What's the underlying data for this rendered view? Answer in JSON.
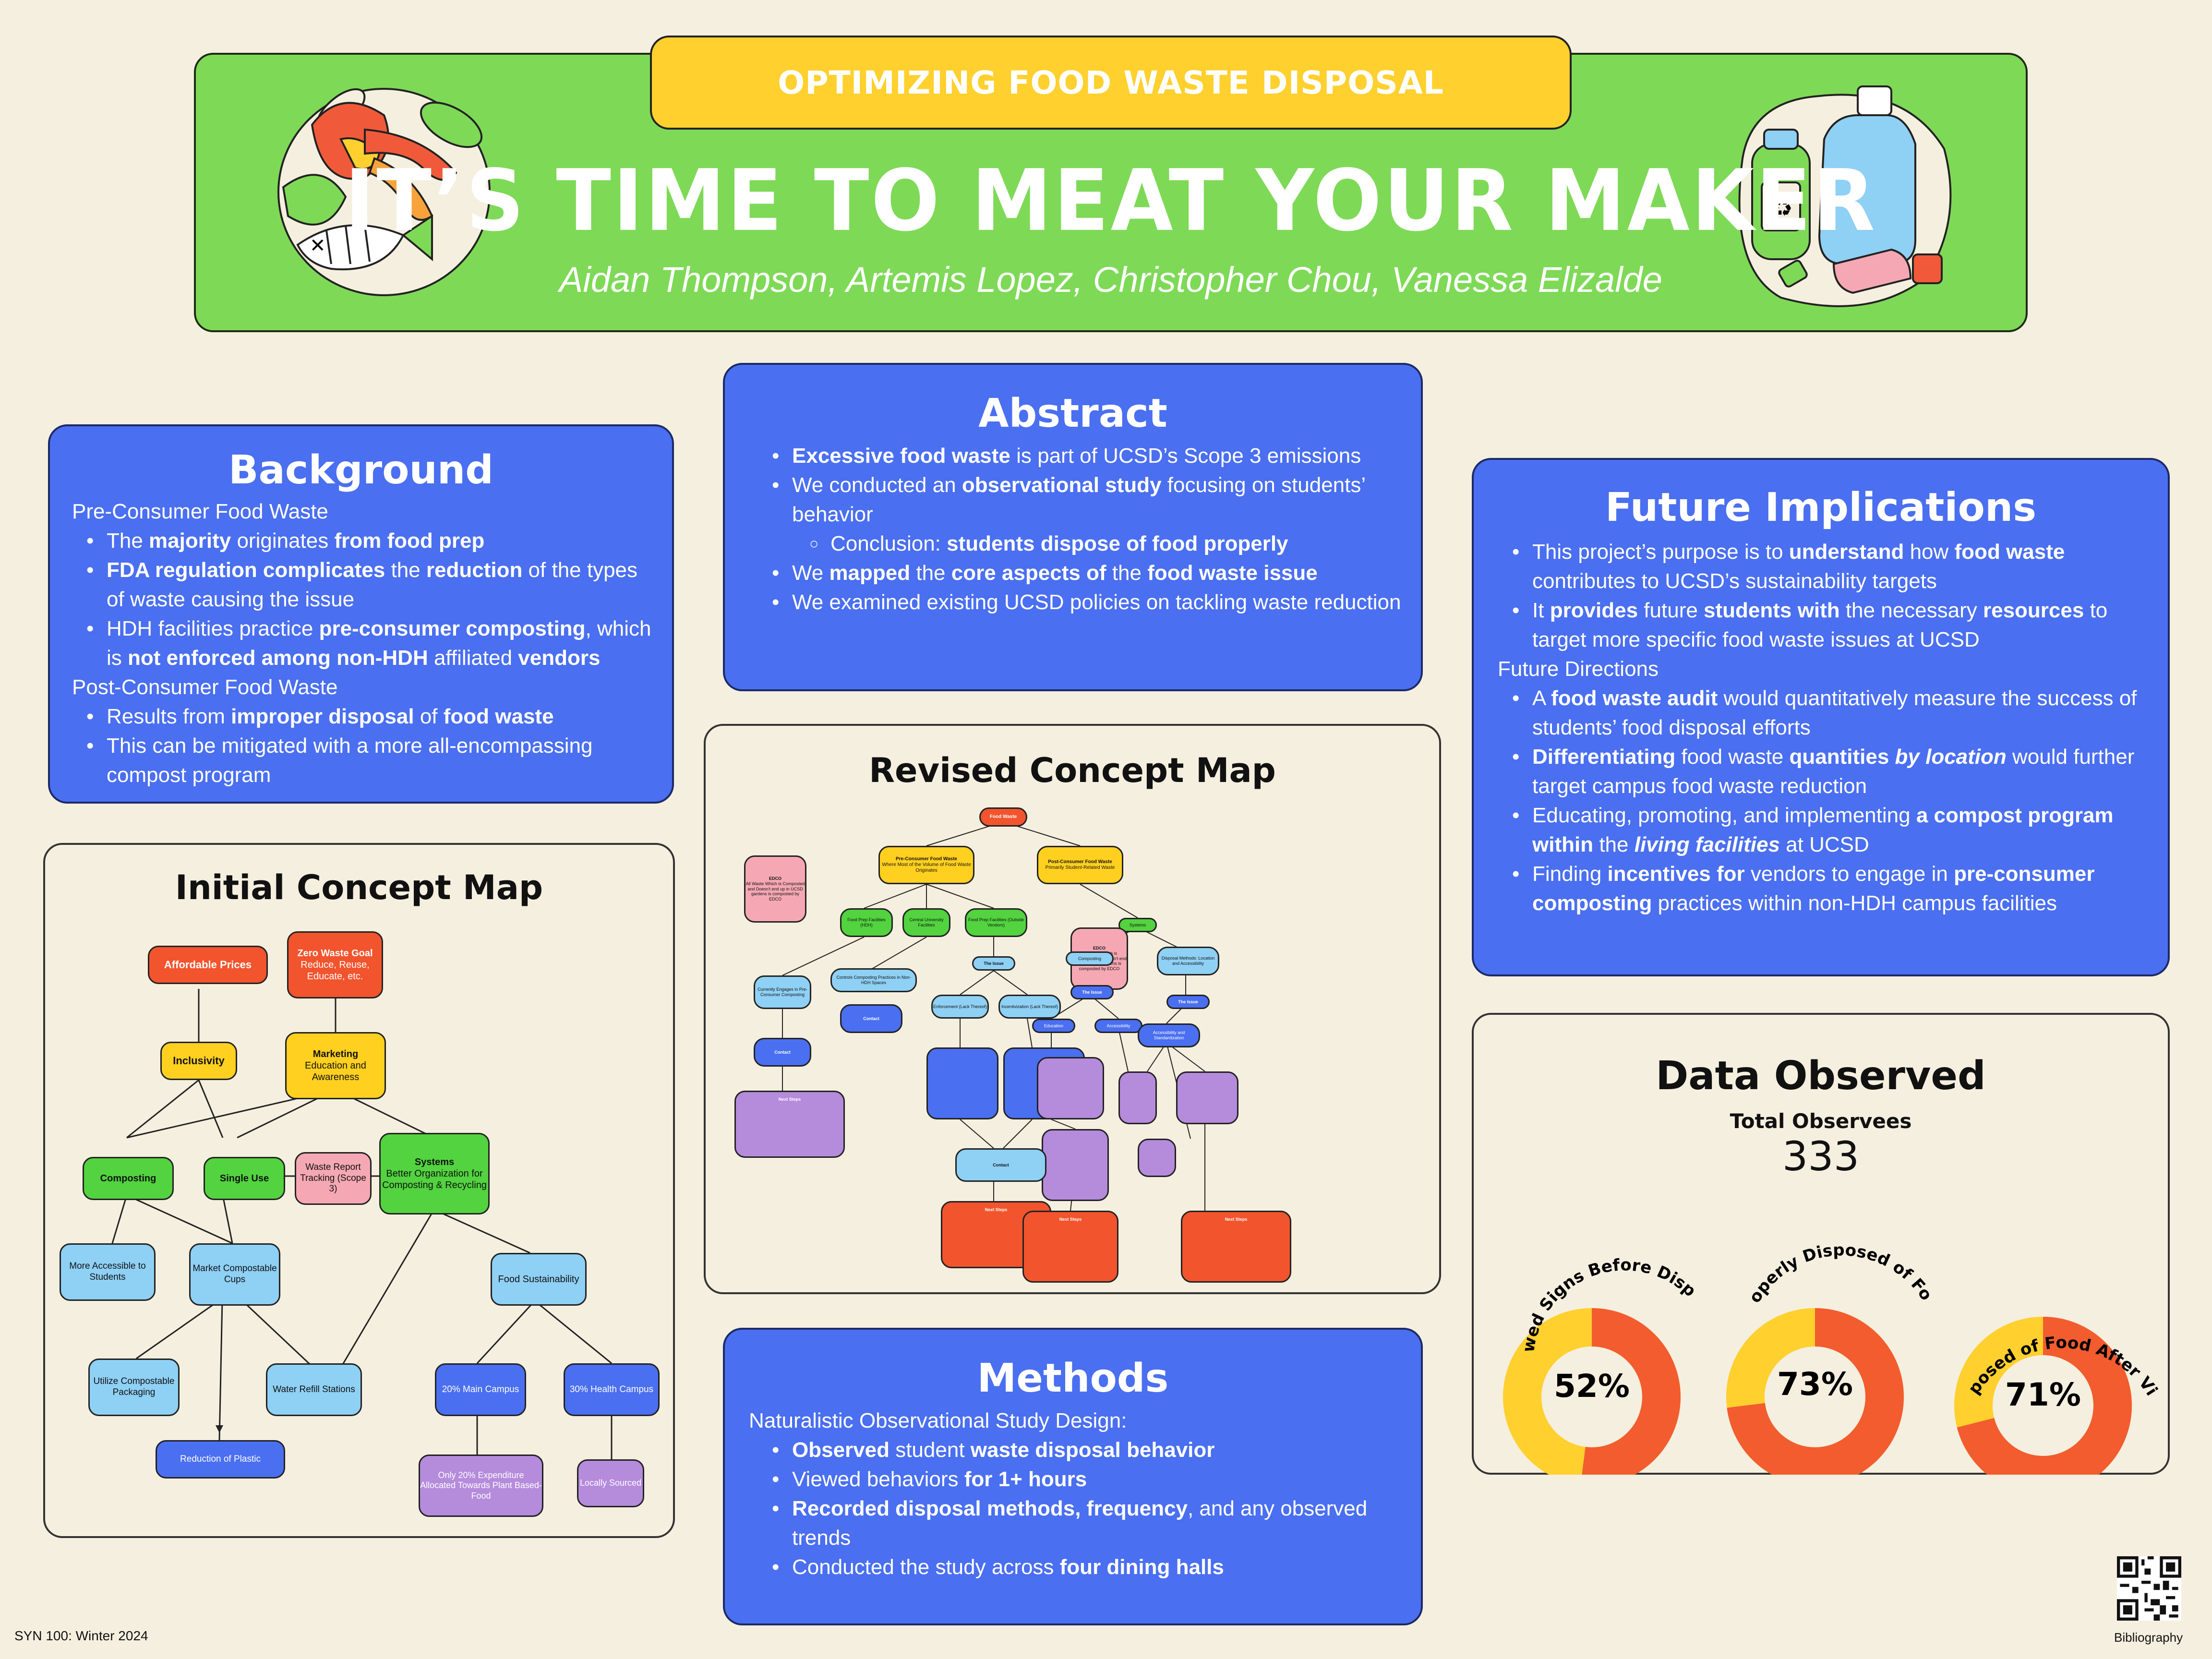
{
  "header": {
    "subtitle": "OPTIMIZING FOOD WASTE DISPOSAL",
    "title": "IT’S TIME TO MEAT YOUR MAKER",
    "authors": "Aidan Thompson, Artemis Lopez, Christopher Chou, Vanessa Elizalde"
  },
  "background": {
    "title": "Background",
    "pre_heading": "Pre-Consumer Food Waste",
    "post_heading": "Post-Consumer Food Waste",
    "pre_b1_a": "The ",
    "pre_b1_b": "majority",
    "pre_b1_c": " originates ",
    "pre_b1_d": "from food prep",
    "pre_b2_a": "FDA regulation complicates",
    "pre_b2_b": " the ",
    "pre_b2_c": "reduction",
    "pre_b2_d": " of the types of waste causing the issue",
    "pre_b3_a": "HDH facilities practice ",
    "pre_b3_b": "pre-consumer composting",
    "pre_b3_c": ", which is ",
    "pre_b3_d": "not enforced among non-HDH",
    "pre_b3_e": " affiliated ",
    "pre_b3_f": "vendors",
    "post_b1_a": "Results from ",
    "post_b1_b": "improper disposal",
    "post_b1_c": " of ",
    "post_b1_d": "food waste",
    "post_b2": "This can be mitigated with a more all-encompassing compost program"
  },
  "abstract": {
    "title": "Abstract",
    "b1_a": "Excessive food waste",
    "b1_b": " is part of UCSD’s Scope 3 emissions",
    "b2_a": "We conducted an ",
    "b2_b": "observational study",
    "b2_c": " focusing on students’ behavior",
    "b2_sub_a": "Conclusion: ",
    "b2_sub_b": "students dispose of food properly",
    "b3_a": "We ",
    "b3_b": "mapped",
    "b3_c": " the ",
    "b3_d": "core aspects of",
    "b3_e": " the ",
    "b3_f": "food waste issue",
    "b4": "We examined existing UCSD policies on tackling waste reduction"
  },
  "future": {
    "title": "Future Implications",
    "b1_a": "This project’s purpose is to ",
    "b1_b": "understand",
    "b1_c": " how ",
    "b1_d": "food waste",
    "b1_e": " contributes to UCSD’s sustainability targets",
    "b2_a": "It ",
    "b2_b": "provides",
    "b2_c": " future ",
    "b2_d": "students with",
    "b2_e": " the necessary ",
    "b2_f": "resources",
    "b2_g": " to target more specific food waste issues at UCSD",
    "directions_heading": "Future Directions",
    "d1_a": "A ",
    "d1_b": "food waste audit",
    "d1_c": " would quantitatively measure the success of students’ food disposal efforts",
    "d2_a": "Differentiating",
    "d2_b": " food waste ",
    "d2_c": "quantities ",
    "d2_d": "by location",
    "d2_e": " would further target campus food waste reduction",
    "d3_a": "Educating, promoting, and implementing ",
    "d3_b": "a compost program within",
    "d3_c": " the ",
    "d3_d": "living facilities",
    "d3_e": " at UCSD",
    "d4_a": "Finding ",
    "d4_b": "incentives for",
    "d4_c": " vendors to engage in ",
    "d4_d": "pre-consumer composting",
    "d4_e": " practices within non-HDH campus facilities"
  },
  "methods": {
    "title": "Methods",
    "heading": "Naturalistic Observational Study Design:",
    "b1_a": "Observed",
    "b1_b": " student ",
    "b1_c": "waste disposal behavior",
    "b2_a": "Viewed behaviors ",
    "b2_b": "for 1+ hours",
    "b3_a": "Recorded disposal methods, frequency",
    "b3_b": ", and any observed trends",
    "b4_a": "Conducted the study across ",
    "b4_b": "four dining halls"
  },
  "initial_map": {
    "title": "Initial Concept Map",
    "affordable": "Affordable Prices",
    "zero_title": "Zero Waste Goal",
    "zero_sub": "Reduce, Reuse, Educate, etc.",
    "inclusivity": "Inclusivity",
    "marketing_title": "Marketing",
    "marketing_sub": "Education and Awareness",
    "composting": "Composting",
    "single_use": "Single Use",
    "waste_report": "Waste Report Tracking (Scope 3)",
    "systems_title": "Systems",
    "systems_sub": "Better Organization for Composting & Recycling",
    "more_accessible": "More Accessible to Students",
    "market_cups": "Market Compostable Cups",
    "food_sust": "Food Sustainability",
    "utilize_pack": "Utilize Compostable Packaging",
    "water_refill": "Water Refill Stations",
    "main_campus": "20% Main Campus",
    "health_campus": "30% Health Campus",
    "reduction_plastic": "Reduction of Plastic",
    "expenditure": "Only 20% Expenditure Allocated Towards Plant Based-Food",
    "locally": "Locally Sourced"
  },
  "revised_map": {
    "title": "Revised Concept Map",
    "food_waste": "Food Waste",
    "pre_consumer": "Pre-Consumer Food Waste",
    "pre_consumer_sub": "Where Most of the Volume of Food Waste Originates",
    "post_consumer": "Post-Consumer Food Waste",
    "post_consumer_sub": "Primarily Student-Related Waste",
    "edco": "EDCO",
    "edco_sub": "All Waste Which is Composted and Doesn't end up in UCSD gardens is composted by EDCO",
    "food_prep_hdh": "Food Prep Facilities (HDH)",
    "central": "Central University Facilities",
    "food_prep_out": "Food Prep Facilities (Outside Vendors)",
    "systems": "Systems",
    "currently": "Currently Engages in Pre-Consumer Composting",
    "controls": "Controls Composting Practices in Non-HDH Spaces",
    "the_issue": "The Issue",
    "composting": "Composting",
    "disposal": "Disposal Methods: Location and Accessibility",
    "enforcement": "Enforcement (Lack Thereof)",
    "incentivization": "Incentivization (Lack Thereof)",
    "contact": "Contact",
    "education": "Education",
    "accessibility": "Accessibility",
    "access_stand": "Accessibility and Standardization",
    "next_steps": "Next Steps"
  },
  "data": {
    "title": "Data Observed",
    "total_label": "Total Observees",
    "total_value": "333",
    "viewed_label": "Viewed Signs Before Disposal",
    "viewed_pct": "52%",
    "proper_label": "Properly Disposed of Food",
    "proper_pct": "73%",
    "after_label": "Properly Disposed of Food After Viewing Signs",
    "after_pct": "71%",
    "chart_values": [
      52,
      73,
      71
    ]
  },
  "footer": {
    "course": "SYN 100: Winter 2024",
    "bibliography": "Bibliography"
  },
  "colors": {
    "green": "#7ed957",
    "yellow": "#ffd02e",
    "blue": "#4a6ff0",
    "orange": "#f25c2f"
  }
}
